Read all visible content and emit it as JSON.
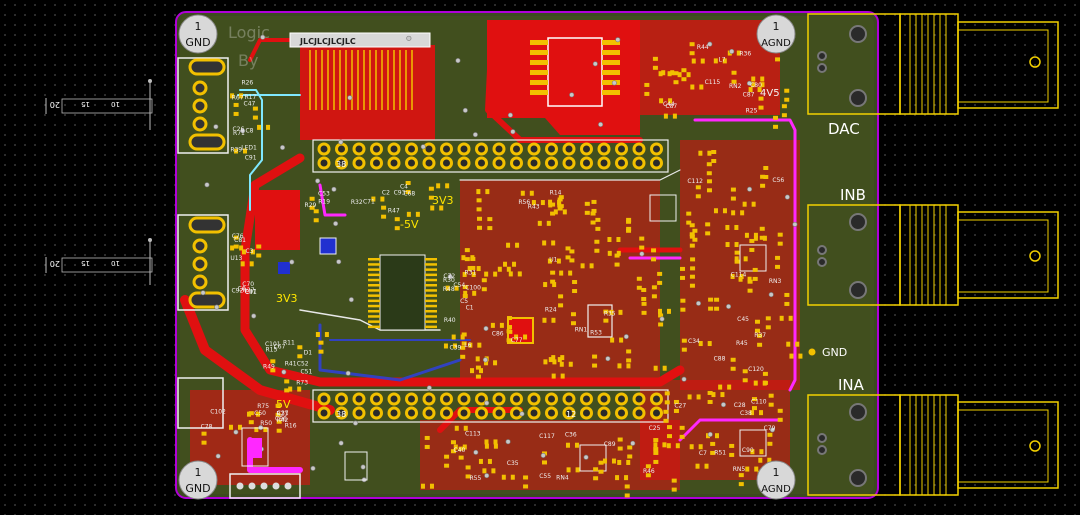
{
  "board": {
    "colors": {
      "background": "#000000",
      "board": "#3c4a1e",
      "copper_top": "#e01010",
      "pad": "#f2c000",
      "silkscreen": "#f0f0f0",
      "outline": "#b000d8",
      "via": "#c8c8c8",
      "courtyard": "#ffe600",
      "trace_cyan": "#7fe8ff",
      "trace_magenta": "#ff28ff",
      "trace_white": "#e8e8e8",
      "bottom_layer": "#3040d0"
    },
    "silkscreen_text": {
      "jlc_tag": "JLCJLCJLCJLC",
      "rail_3v3_top": "3V3",
      "rail_neg5v": "-5V",
      "rail_3v3_left": "3V3",
      "rail_5v": "5V",
      "rail_4v5": "4V5",
      "header_top_label": "38",
      "header_bottom_label_a": "38",
      "header_bottom_label_b": "12",
      "header_left_label": "38",
      "faded_text_line1": "Logic",
      "faded_text_line2": "By"
    },
    "mounting_holes": [
      {
        "name": "top-left",
        "number": "1",
        "label": "GND"
      },
      {
        "name": "top-right",
        "number": "1",
        "label": "AGND"
      },
      {
        "name": "bottom-left",
        "number": "1",
        "label": "GND"
      },
      {
        "name": "bottom-right",
        "number": "1",
        "label": "AGND"
      }
    ],
    "connectors": [
      {
        "name": "dac",
        "label": "DAC"
      },
      {
        "name": "inb",
        "label": "INB"
      },
      {
        "name": "gnd",
        "label": "GND"
      },
      {
        "name": "ina",
        "label": "INA"
      }
    ],
    "side_markers": [
      {
        "left": "20",
        "mid": "15",
        "right": "10"
      },
      {
        "left": "20",
        "mid": "15",
        "right": "10"
      }
    ],
    "references": [
      "C86",
      "C87",
      "C88",
      "C89",
      "C90",
      "C91",
      "C92",
      "C93",
      "R40",
      "R41",
      "R42",
      "R43",
      "R44",
      "R45",
      "R46",
      "C25",
      "C26",
      "C76",
      "C68",
      "R31",
      "C67",
      "C78",
      "C77",
      "C80",
      "C56",
      "C55",
      "C79",
      "R39",
      "C57",
      "C53",
      "C54",
      "C51",
      "C50",
      "R35",
      "R36",
      "R37",
      "C40",
      "C38",
      "R17",
      "C41",
      "R32",
      "C39",
      "R11",
      "C37",
      "R14",
      "C44",
      "C45",
      "C36",
      "C27",
      "C47",
      "U13",
      "R19",
      "C100",
      "C101",
      "C102",
      "R56",
      "C87",
      "C114",
      "R55",
      "R51",
      "LED1",
      "C3",
      "C2",
      "C1",
      "D1",
      "R50",
      "R53",
      "C115",
      "C112",
      "C113",
      "C110",
      "R67",
      "C70",
      "C71",
      "C72",
      "R73",
      "R75",
      "U1",
      "L7",
      "C120",
      "C117",
      "C7",
      "C8",
      "C6",
      "C4",
      "C5",
      "C52",
      "R23",
      "R24",
      "R25",
      "C34",
      "C35",
      "C28",
      "R26",
      "R27",
      "R29",
      "R30",
      "R15",
      "R16",
      "RN1",
      "RN2",
      "RN3",
      "RN4",
      "RN5",
      "R71",
      "C81",
      "R47",
      "R48",
      "R49",
      "C96",
      "L6"
    ]
  }
}
